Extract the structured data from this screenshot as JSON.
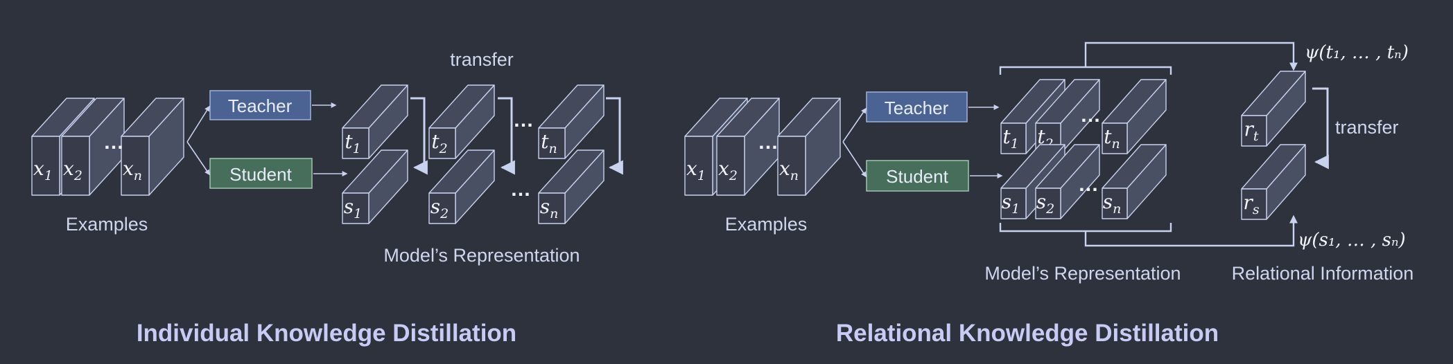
{
  "individual": {
    "examples_label": "Examples",
    "teacher_label": "Teacher",
    "student_label": "Student",
    "transfer_label": "transfer",
    "representation_label": "Model’s Representation",
    "title": "Individual Knowledge Distillation",
    "x_symbols": [
      "x",
      "x",
      "x"
    ],
    "x_subscripts": [
      "1",
      "2",
      "n"
    ],
    "t_symbols": [
      "t",
      "t",
      "t"
    ],
    "t_subscripts": [
      "1",
      "2",
      "n"
    ],
    "s_symbols": [
      "s",
      "s",
      "s"
    ],
    "s_subscripts": [
      "1",
      "2",
      "n"
    ],
    "ellipsis": "…"
  },
  "relational": {
    "examples_label": "Examples",
    "teacher_label": "Teacher",
    "student_label": "Student",
    "transfer_label": "transfer",
    "representation_label": "Model’s Representation",
    "relational_label": "Relational Information",
    "title": "Relational Knowledge Distillation",
    "x_symbols": [
      "x",
      "x",
      "x"
    ],
    "x_subscripts": [
      "1",
      "2",
      "n"
    ],
    "t_symbols": [
      "t",
      "t",
      "t"
    ],
    "t_subscripts": [
      "1",
      "2",
      "n"
    ],
    "s_symbols": [
      "s",
      "s",
      "s"
    ],
    "s_subscripts": [
      "1",
      "2",
      "n"
    ],
    "psi_t": "ψ(t₁, … , tₙ)",
    "psi_s": "ψ(s₁, … , sₙ)",
    "r_t": "r",
    "r_t_sub": "t",
    "r_s": "r",
    "r_s_sub": "s",
    "ellipsis": "…"
  },
  "colors": {
    "background": "#2e323d",
    "teacher_box": "#4a6393",
    "student_box": "#466e5a",
    "cube_front": "#383c4a",
    "cube_side": "#4a5064",
    "cube_top": "#444a5c",
    "line": "#c9d2ee",
    "title": "#c8ccf5"
  }
}
